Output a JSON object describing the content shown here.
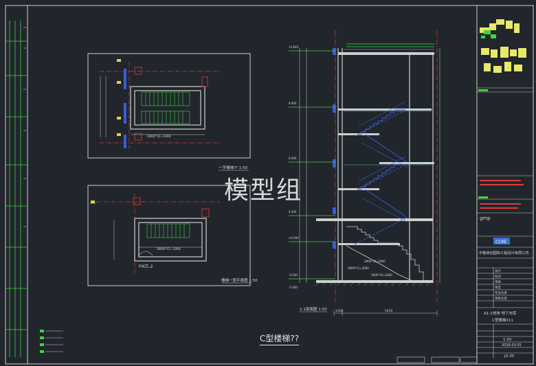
{
  "drawing": {
    "main_title": "C型楼梯??",
    "watermark": "模型组",
    "plan_top_title": "一字楼梯?? 1:50",
    "plan_bottom_title": "楼梯一层平面图 1:50",
    "section_title": "1-1剖面图 1:50",
    "door_label": "FM乙-2",
    "plan_top_dim": "2800*12=3360",
    "plan_bottom_dim": "2800*12=3360",
    "section_dims": [
      "2800*10=2800",
      "2800*11=3080",
      "2800*10=2800"
    ],
    "section_bottom_dims": [
      "1200",
      "5450"
    ],
    "level_labels": [
      "13.600",
      "9.900",
      "6.000",
      "4.200",
      "±0.000",
      "-4.500",
      "-5.400"
    ]
  },
  "title_block": {
    "company_cn": "中衡卓创国际工程设计有限公司",
    "company_en": "gmp",
    "logo_text": "CCRE",
    "project": "A1-1地块 地下车库",
    "drawing_no": "C型楼梯211",
    "scale": "1:50",
    "date": "2018.03.05",
    "sheet": "JZ-30",
    "field_labels": [
      "设计",
      "校对",
      "审核",
      "审定",
      "专业负责",
      "项目负责"
    ]
  },
  "colors": {
    "background": "#21262c",
    "line_main": "#cfcfcf",
    "line_green": "#3fd43f",
    "line_cyan": "#3fd0d8",
    "line_red": "#e03b3b",
    "line_blue": "#3a5bd8",
    "line_yellow": "#e8d23a"
  }
}
